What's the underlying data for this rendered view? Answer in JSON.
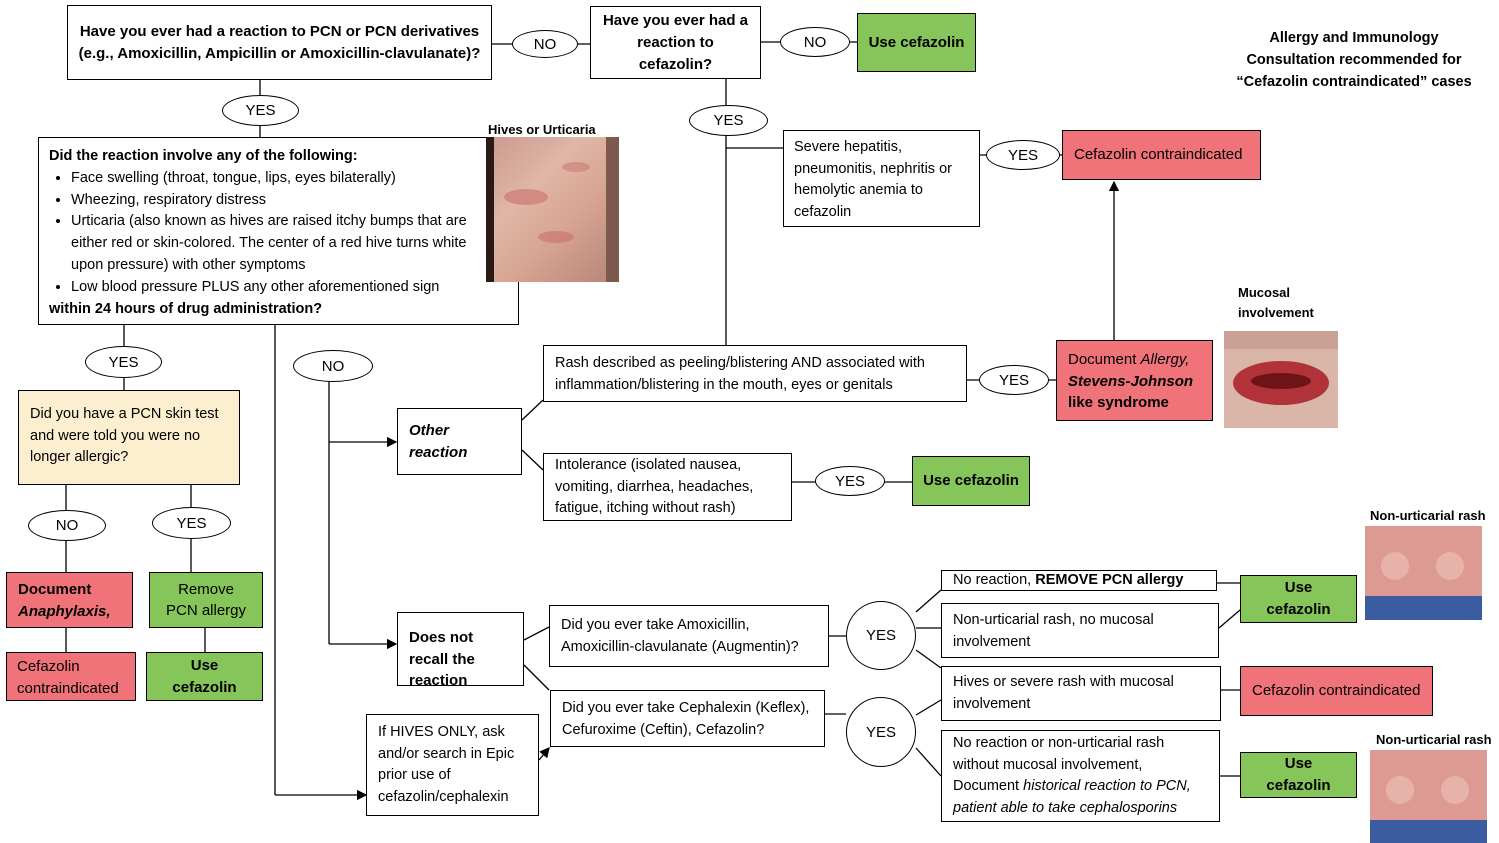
{
  "q_pcn": "Have you ever had a reaction to PCN or PCN derivatives (e.g., Amoxicillin, Ampicillin or Amoxicillin-clavulanate)?",
  "q_cefazolin": "Have you ever had a reaction to cefazolin?",
  "use_cefazolin": "Use cefazolin",
  "consult_note": "Allergy and Immunology Consultation recommended for “Cefazolin contraindicated” cases",
  "yes": "YES",
  "no": "NO",
  "hives_caption": "Hives or Urticaria",
  "reaction_q": {
    "title": "Did the reaction involve any of the following:",
    "items": [
      "Face swelling (throat, tongue, lips, eyes bilaterally)",
      "Wheezing, respiratory distress",
      "Urticaria (also known as hives are raised itchy bumps that are either red or skin-colored. The center of a red hive turns white upon pressure) with other symptoms",
      "Low blood pressure PLUS any other aforementioned sign"
    ],
    "footer": "within 24 hours of drug administration?"
  },
  "severe_box": "Severe hepatitis, pneumonitis, nephritis or hemolytic anemia to cefazolin",
  "cefazolin_contraindicated": "Cefazolin contraindicated",
  "mucosal_caption": "Mucosal involvement",
  "sjs_box": {
    "prefix": "Document ",
    "allergy": "Allergy,",
    "sjs": "Stevens-Johnson",
    "suffix": "like syndrome"
  },
  "rash_box": "Rash described as peeling/blistering  AND associated with inflammation/blistering in the mouth, eyes or genitals",
  "skin_test_q": "Did you have a PCN skin test and were told you were no longer allergic?",
  "other_reaction": "Other reaction",
  "intolerance_box": "Intolerance (isolated nausea, vomiting, diarrhea, headaches, fatigue, itching without rash)",
  "doc_anaphylaxis": {
    "line1": "Document",
    "line2": "Anaphylaxis,"
  },
  "remove_pcn": "Remove PCN allergy",
  "cefazolin_contraindicated_small": "Cefazolin contraindicated",
  "not_recall": "Does not recall the reaction",
  "amox_q": "Did you ever take Amoxicillin, Amoxicillin-clavulanate (Augmentin)?",
  "ceph_q": "Did you ever take Cephalexin (Keflex), Cefuroxime (Ceftin), Cefazolin?",
  "hives_only": "If HIVES ONLY, ask and/or search in Epic prior use of cefazolin/cephalexin",
  "no_reaction": {
    "prefix": "No reaction, ",
    "bold": "REMOVE PCN allergy"
  },
  "non_urt_rash_box": "Non-urticarial rash, no mucosal involvement",
  "hives_severe_box": "Hives or severe rash with mucosal involvement",
  "final_box": {
    "line1": "No reaction or non-urticarial rash without mucosal involvement,",
    "doc": "Document ",
    "italic": "historical reaction to PCN, patient able to take cephalosporins"
  },
  "non_urticarial_caption": "Non-urticarial rash",
  "colors": {
    "green": "#86c55a",
    "red": "#f0737a",
    "tan": "#fcefcf"
  }
}
